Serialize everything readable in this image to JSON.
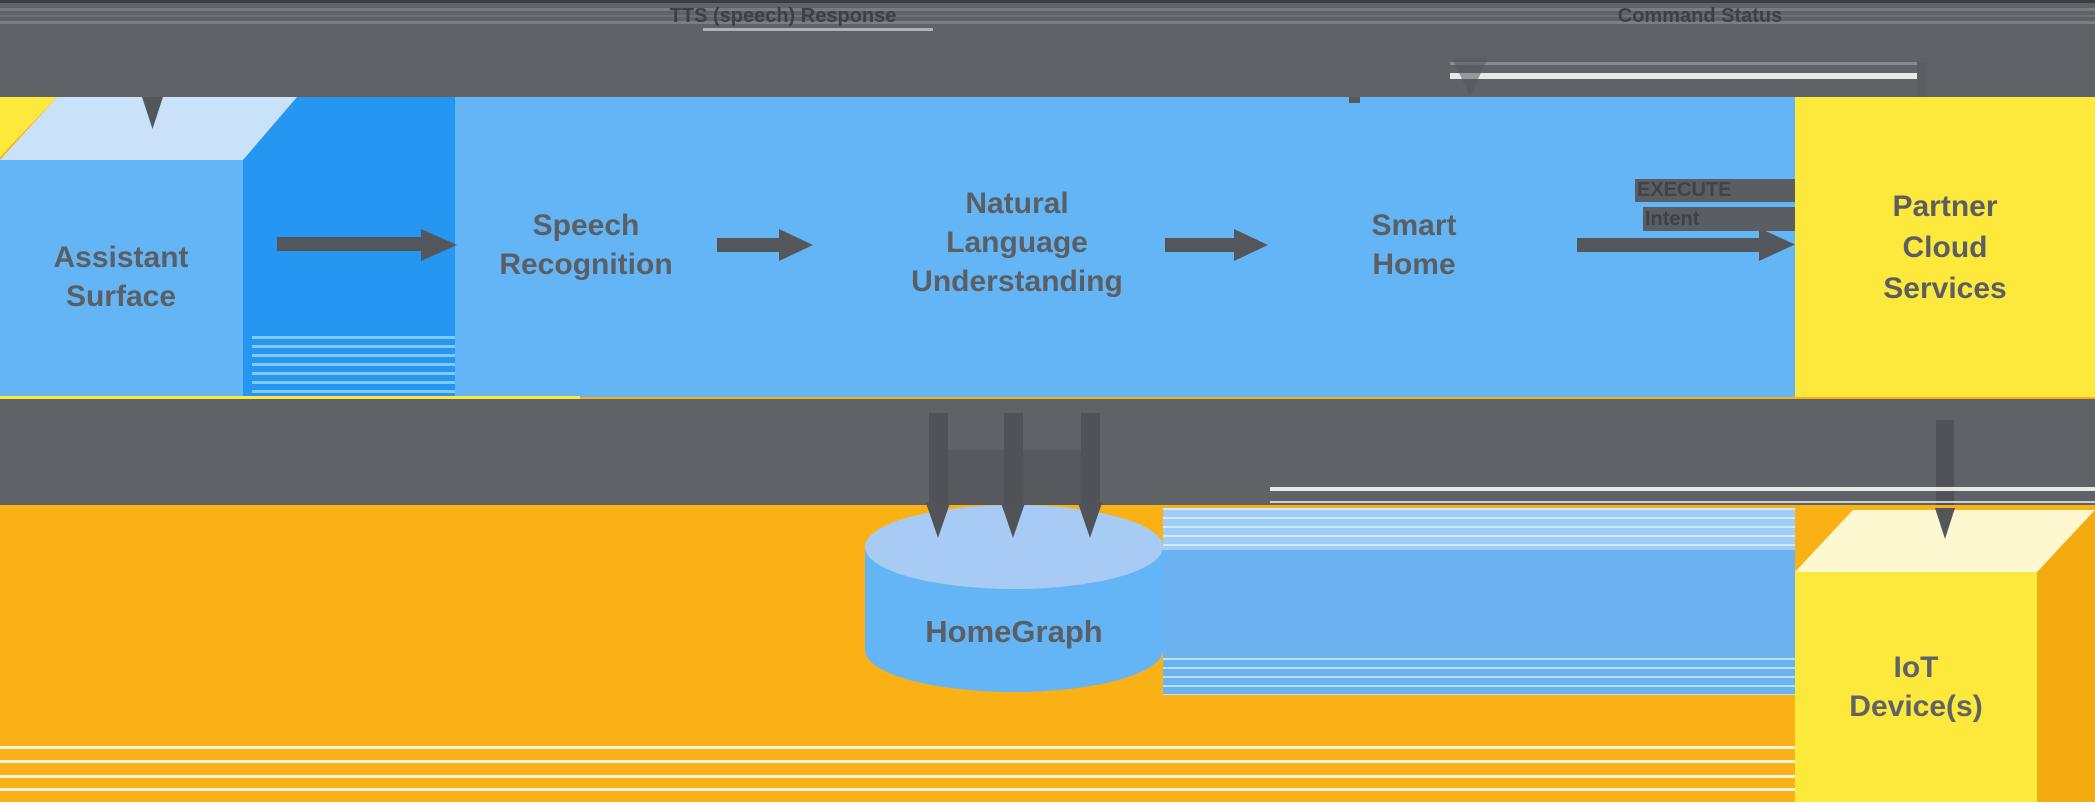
{
  "top_bar": {
    "tts_label": "TTS (speech) Response",
    "command_status_label": "Command Status"
  },
  "nodes": {
    "assistant_surface": {
      "lines": [
        "Assistant",
        "Surface"
      ]
    },
    "speech_recognition": {
      "lines": [
        "Speech",
        "Recognition"
      ]
    },
    "natural_language_understanding": {
      "lines": [
        "Natural",
        "Language",
        "Understanding"
      ]
    },
    "smart_home": {
      "lines": [
        "Smart",
        "Home"
      ]
    },
    "partner_cloud_services": {
      "lines": [
        "Partner",
        "Cloud",
        "Services"
      ]
    },
    "homegraph": {
      "label": "HomeGraph"
    },
    "iot_devices": {
      "lines": [
        "IoT",
        "Device(s)"
      ]
    }
  },
  "edges": {
    "execute_intent": {
      "lines": [
        "EXECUTE",
        "Intent"
      ]
    }
  },
  "colors": {
    "band_gray": "#5f6368",
    "band_text": "#3d4045",
    "arrow_gray": "#53575c",
    "panel_blue": "#64b5f6",
    "deep_blue": "#2597f3",
    "face_light_blue": "#c9e2f9",
    "lemon_yellow": "#fde93c",
    "cream": "#fdf8cf",
    "amber": "#fab116",
    "amber_dark": "#f3ab10",
    "cylinder_top": "#a7cbf4",
    "haze_blue": "#6ab3f0",
    "label_gray": "#5b5f64"
  }
}
